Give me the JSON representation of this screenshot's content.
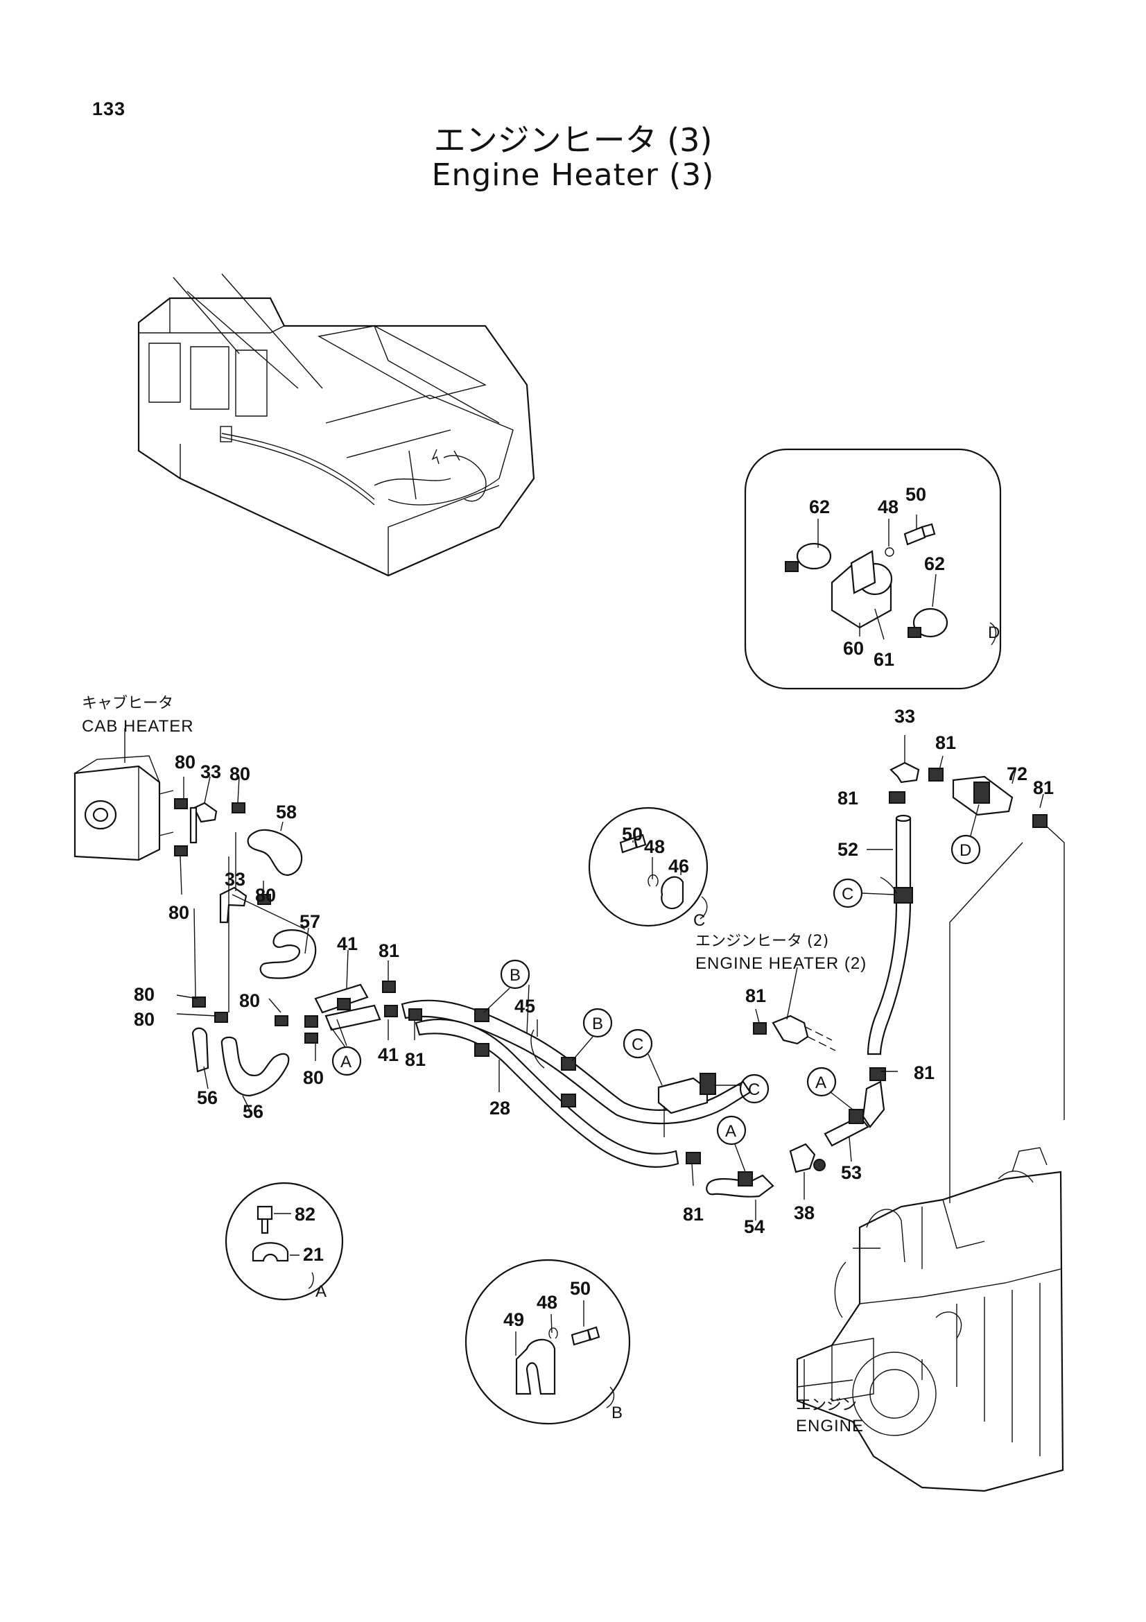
{
  "page_number": "133",
  "title": {
    "jp": "エンジンヒータ (3)",
    "en": "Engine Heater (3)"
  },
  "labels": {
    "cab_heater_jp": "キャブヒータ",
    "cab_heater_en": "CAB HEATER",
    "engine_heater_2_jp": "エンジンヒータ (2)",
    "engine_heater_2_en": "ENGINE HEATER (2)",
    "engine_jp": "エンジン",
    "engine_en": "ENGINE"
  },
  "detail_views": [
    {
      "letter": "D",
      "parts": [
        "62",
        "48",
        "50",
        "62",
        "60",
        "61"
      ]
    },
    {
      "letter": "C",
      "parts": [
        "50",
        "48",
        "46"
      ]
    },
    {
      "letter": "A",
      "parts": [
        "82",
        "21"
      ]
    },
    {
      "letter": "B",
      "parts": [
        "49",
        "48",
        "50"
      ]
    }
  ],
  "callout_letters": {
    "a": "A",
    "b": "B",
    "c": "C",
    "d": "D"
  },
  "part_numbers": {
    "p80": "80",
    "p33": "33",
    "p58": "58",
    "p57": "57",
    "p41": "41",
    "p81": "81",
    "p56": "56",
    "p45": "45",
    "p28": "28",
    "p52": "52",
    "p72": "72",
    "p53": "53",
    "p54": "54",
    "p38": "38",
    "p82": "82",
    "p21": "21",
    "p49": "49",
    "p48": "48",
    "p50": "50",
    "p46": "46",
    "p60": "60",
    "p61": "61",
    "p62": "62"
  }
}
